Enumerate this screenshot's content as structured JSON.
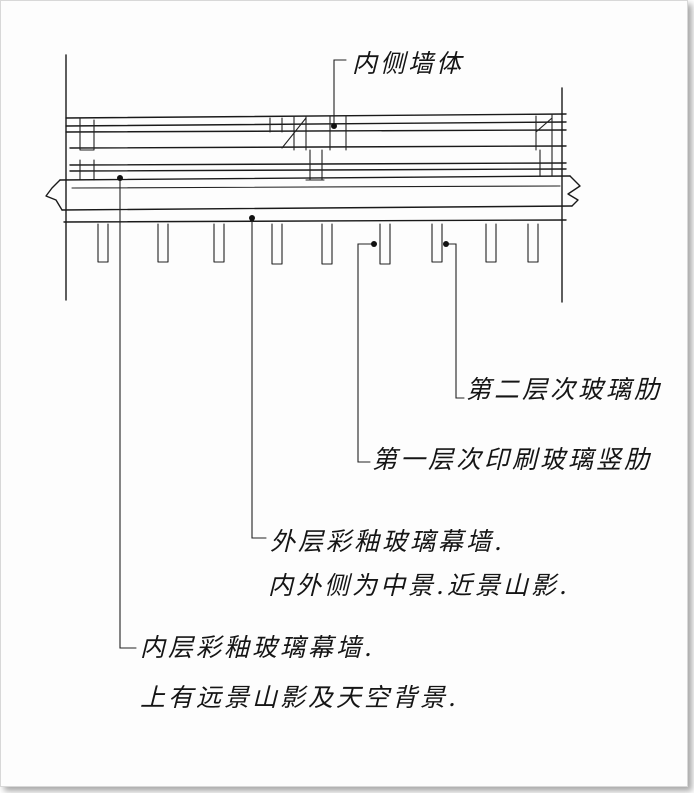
{
  "labels": {
    "inner_wall": "内侧墙体",
    "second_layer_rib": "第二层次玻璃肋",
    "first_layer_rib": "第一层次印刷玻璃竖肋",
    "outer_wall_line1": "外层彩釉玻璃幕墙.",
    "outer_wall_line2": "内外侧为中景.近景山影.",
    "inner_layer_line1": "内层彩釉玻璃幕墙.",
    "inner_layer_line2": "上有远景山影及天空背景."
  },
  "colors": {
    "ink": "#1a1a1a",
    "paper": "#fdfdfd"
  }
}
